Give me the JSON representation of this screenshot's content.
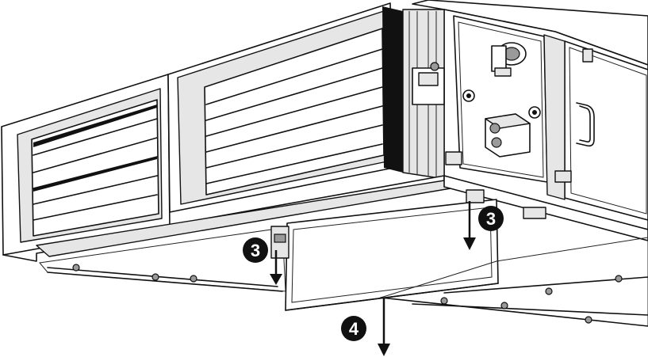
{
  "callouts": [
    {
      "id": "left-bracket-callout",
      "number": "3"
    },
    {
      "id": "right-bracket-callout",
      "number": "3"
    },
    {
      "id": "panel-callout",
      "number": "4"
    }
  ]
}
